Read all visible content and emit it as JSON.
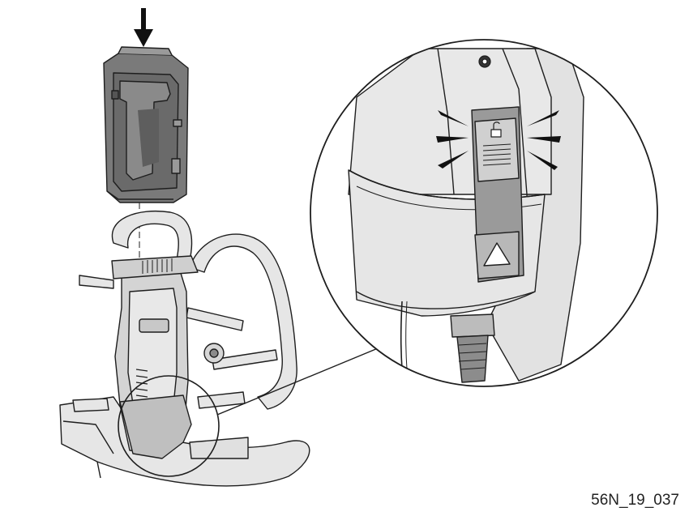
{
  "figure": {
    "id_label": "56N_19_037"
  },
  "icons": {
    "down_arrow": "down-arrow-icon",
    "battery": "battery-pack",
    "harness": "backpack-harness",
    "detail_circle": "detail-magnifier",
    "release_button": "release-button",
    "unlock": "unlock-icon",
    "warning": "warning-triangle-icon",
    "nfc": "nfc-icon"
  },
  "colors": {
    "line": "#1e1e1e",
    "fill_light": "#e6e6e6",
    "fill_mid": "#c9c9c9",
    "fill_dark": "#6f6f6f",
    "battery": "#777777",
    "background": "#ffffff"
  }
}
